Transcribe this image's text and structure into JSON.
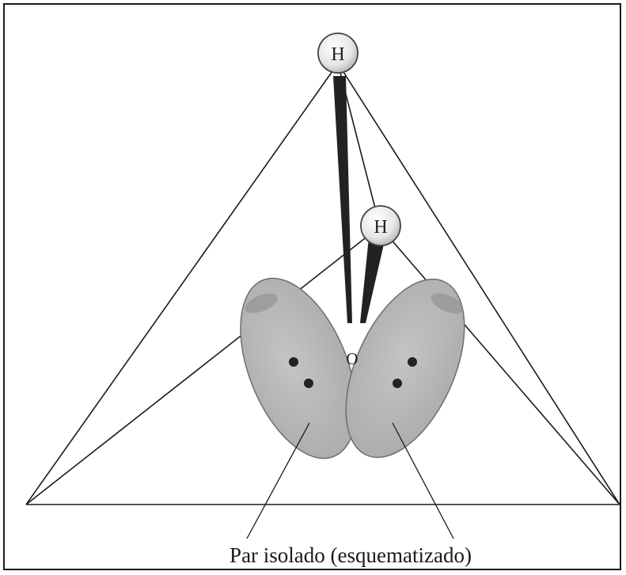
{
  "diagram": {
    "atoms": {
      "hydrogen_top": "H",
      "hydrogen_front": "H",
      "oxygen": "O"
    },
    "caption": "Par isolado (esquematizado)",
    "colors": {
      "line": "#1a1a1a",
      "lobe_fill": "#b3b3b3",
      "lobe_stroke": "#6e6e6e",
      "atom_fill": "#ececec",
      "bond": "#222222"
    }
  }
}
